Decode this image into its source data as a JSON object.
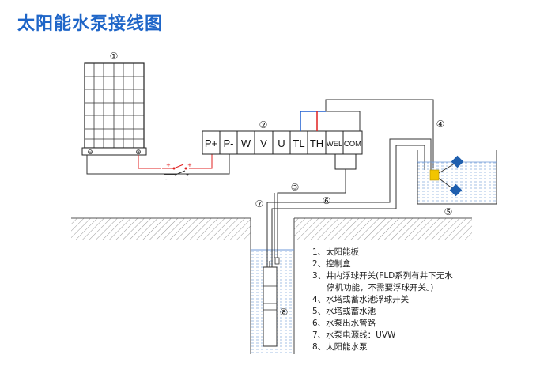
{
  "title": "太阳能水泵接线图",
  "labels": {
    "c1": "①",
    "c2": "②",
    "c3": "③",
    "c4": "④",
    "c5": "⑤",
    "c6": "⑥",
    "c7": "⑦",
    "c8": "⑧"
  },
  "panel_terminals": {
    "neg": "⊖",
    "pos": "⊕"
  },
  "controller_terminals": [
    "P+",
    "P-",
    "W",
    "V",
    "U",
    "TL",
    "TH",
    "WEL",
    "COM"
  ],
  "switch_marks": {
    "plus1": "+",
    "plus2": "+",
    "minus1": "-",
    "minus2": "-"
  },
  "legend": [
    "1、太阳能板",
    "2、控制盒",
    "3、井内浮球开关(FLD系列有井下无水",
    "停机功能，不需要浮球开关。)",
    "4、水塔或蓄水池浮球开关",
    "5、水塔或蓄水池",
    "6、水泵出水管路",
    "7、水泵电源线：UVW",
    "8、太阳能水泵"
  ],
  "colors": {
    "title": "#1f66c8",
    "red": "#e02020",
    "blue": "#1e5fd0",
    "float": "#1f5fae",
    "switch": "#f2c500"
  }
}
